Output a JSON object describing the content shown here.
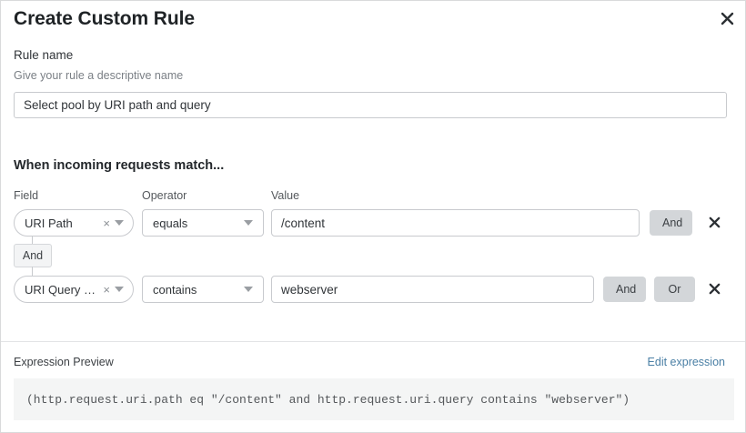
{
  "dialog": {
    "title": "Create Custom Rule",
    "close_icon": "close-icon"
  },
  "rule_name": {
    "label": "Rule name",
    "help": "Give your rule a descriptive name",
    "value": "Select pool by URI path and query",
    "placeholder": "Rule name"
  },
  "match_section": {
    "heading": "When incoming requests match...",
    "columns": {
      "field": "Field",
      "operator": "Operator",
      "value": "Value"
    },
    "group_connector": "And",
    "rows": [
      {
        "field": "URI Path",
        "clear_icon": "×",
        "operator": "equals",
        "value": "/content",
        "and_label": "And",
        "or_label": null,
        "delete_icon": "close-icon"
      },
      {
        "field": "URI Query St...",
        "clear_icon": "×",
        "operator": "contains",
        "value": "webserver",
        "and_label": "And",
        "or_label": "Or",
        "delete_icon": "close-icon"
      }
    ]
  },
  "expression_preview": {
    "label": "Expression Preview",
    "edit_link": "Edit expression",
    "expression": "(http.request.uri.path eq \"/content\" and http.request.uri.query contains \"webserver\")"
  },
  "colors": {
    "link": "#4a7fa5",
    "button_bg": "#d3d6d9",
    "border": "#c8cace",
    "code_bg": "#f4f5f5",
    "text": "#313539"
  }
}
